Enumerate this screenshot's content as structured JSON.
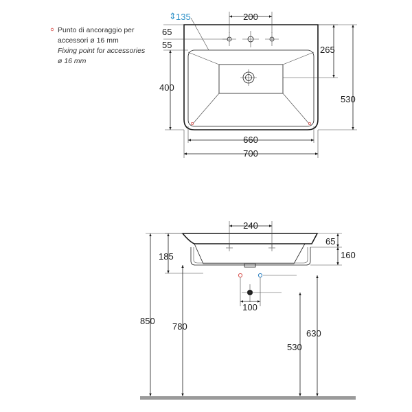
{
  "legend": {
    "line1": "Punto di ancoraggio per",
    "line2": "accessori ø 16 mm",
    "line3": "Fixing point for accessories",
    "line4": "ø 16 mm",
    "marker_color": "#d9534f"
  },
  "top_view": {
    "dim_depth": "135",
    "dim_holes": "200",
    "dim_65": "65",
    "dim_55": "55",
    "dim_265": "265",
    "dim_400": "400",
    "dim_530": "530",
    "dim_660": "660",
    "dim_700": "700"
  },
  "side_view": {
    "dim_240": "240",
    "dim_65": "65",
    "dim_185": "185",
    "dim_160": "160",
    "dim_100": "100",
    "dim_850": "850",
    "dim_780": "780",
    "dim_630": "630",
    "dim_530": "530"
  },
  "colors": {
    "hot": "#d9534f",
    "cold": "#2a7fc0",
    "floor": "#9a9a9a",
    "accent": "#2a8fc7"
  }
}
